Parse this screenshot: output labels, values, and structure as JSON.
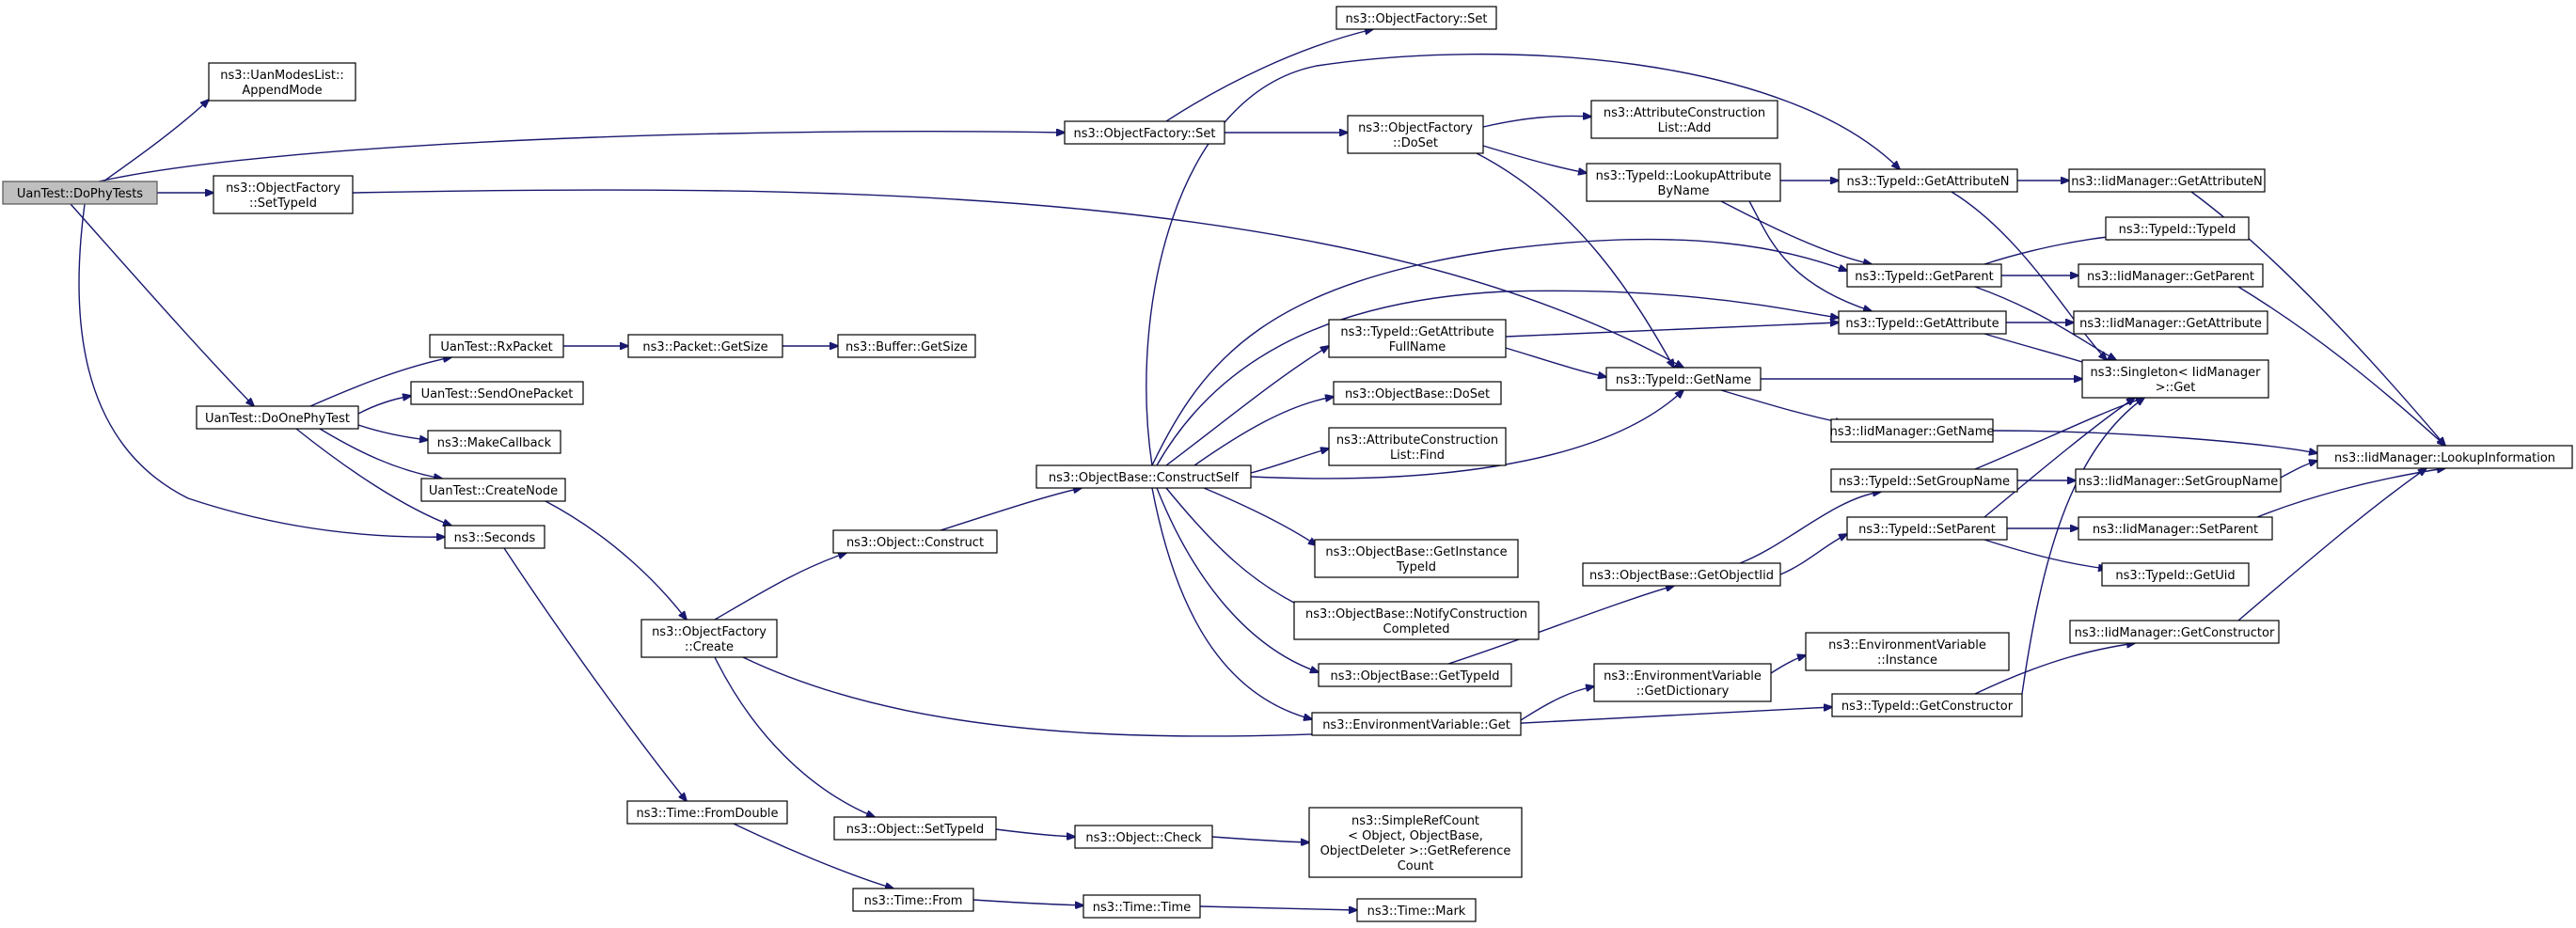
{
  "nodes": {
    "root": [
      "UanTest::DoPhyTests"
    ],
    "uanmodes": [
      "ns3::UanModesList::",
      "AppendMode"
    ],
    "ofset": [
      "ns3::ObjectFactory::Set"
    ],
    "ofset2": [
      "ns3::ObjectFactory::Set"
    ],
    "ofsettypeid": [
      "ns3::ObjectFactory",
      "::SetTypeId"
    ],
    "ofdoset": [
      "ns3::ObjectFactory",
      "::DoSet"
    ],
    "attrlistadd": [
      "ns3::AttributeConstruction",
      "List::Add"
    ],
    "lookupbyname": [
      "ns3::TypeId::LookupAttribute",
      "ByName"
    ],
    "getattrn": [
      "ns3::TypeId::GetAttributeN"
    ],
    "iidgetattrn": [
      "ns3::IidManager::GetAttributeN"
    ],
    "typeidtypeid": [
      "ns3::TypeId::TypeId"
    ],
    "getparent": [
      "ns3::TypeId::GetParent"
    ],
    "iidgetparent": [
      "ns3::IidManager::GetParent"
    ],
    "getattribute": [
      "ns3::TypeId::GetAttribute"
    ],
    "iidgetattribute": [
      "ns3::IidManager::GetAttribute"
    ],
    "getattrfullname": [
      "ns3::TypeId::GetAttribute",
      "FullName"
    ],
    "getname": [
      "ns3::TypeId::GetName"
    ],
    "singleton": [
      "ns3::Singleton< IidManager",
      ">::Get"
    ],
    "iidgetname": [
      "ns3::IidManager::GetName"
    ],
    "lookupinfo": [
      "ns3::IidManager::LookupInformation"
    ],
    "obdoset": [
      "ns3::ObjectBase::DoSet"
    ],
    "attrlistfind": [
      "ns3::AttributeConstruction",
      "List::Find"
    ],
    "constructself": [
      "ns3::ObjectBase::ConstructSelf"
    ],
    "rxpacket": [
      "UanTest::RxPacket"
    ],
    "pktgetsize": [
      "ns3::Packet::GetSize"
    ],
    "bufgetsize": [
      "ns3::Buffer::GetSize"
    ],
    "sendone": [
      "UanTest::SendOnePacket"
    ],
    "doonephy": [
      "UanTest::DoOnePhyTest"
    ],
    "makecallback": [
      "ns3::MakeCallback"
    ],
    "createnode": [
      "UanTest::CreateNode"
    ],
    "seconds": [
      "ns3::Seconds"
    ],
    "objconstruct": [
      "ns3::Object::Construct"
    ],
    "obgetinstance": [
      "ns3::ObjectBase::GetInstance",
      "TypeId"
    ],
    "obnotify": [
      "ns3::ObjectBase::NotifyConstruction",
      "Completed"
    ],
    "obgetobjectiid": [
      "ns3::ObjectBase::GetObjectIid"
    ],
    "setgroupname": [
      "ns3::TypeId::SetGroupName"
    ],
    "iidsetgroupname": [
      "ns3::IidManager::SetGroupName"
    ],
    "setparent": [
      "ns3::TypeId::SetParent"
    ],
    "iidsetparent": [
      "ns3::IidManager::SetParent"
    ],
    "getuid": [
      "ns3::TypeId::GetUid"
    ],
    "ofcreate": [
      "ns3::ObjectFactory",
      "::Create"
    ],
    "obgettypeid": [
      "ns3::ObjectBase::GetTypeId"
    ],
    "envinstance": [
      "ns3::EnvironmentVariable",
      "::Instance"
    ],
    "envgetdict": [
      "ns3::EnvironmentVariable",
      "::GetDictionary"
    ],
    "envget": [
      "ns3::EnvironmentVariable::Get"
    ],
    "getconstructor": [
      "ns3::TypeId::GetConstructor"
    ],
    "iidgetconstructor": [
      "ns3::IidManager::GetConstructor"
    ],
    "timefromdouble": [
      "ns3::Time::FromDouble"
    ],
    "objsettypeid": [
      "ns3::Object::SetTypeId"
    ],
    "objcheck": [
      "ns3::Object::Check"
    ],
    "simplerefcount": [
      "ns3::SimpleRefCount",
      "< Object, ObjectBase,",
      "ObjectDeleter >::GetReference",
      "Count"
    ],
    "timefrom": [
      "ns3::Time::From"
    ],
    "timetime": [
      "ns3::Time::Time"
    ],
    "timemark": [
      "ns3::Time::Mark"
    ]
  },
  "edge_color": "#191970",
  "root_fill": "#bfbfbf"
}
